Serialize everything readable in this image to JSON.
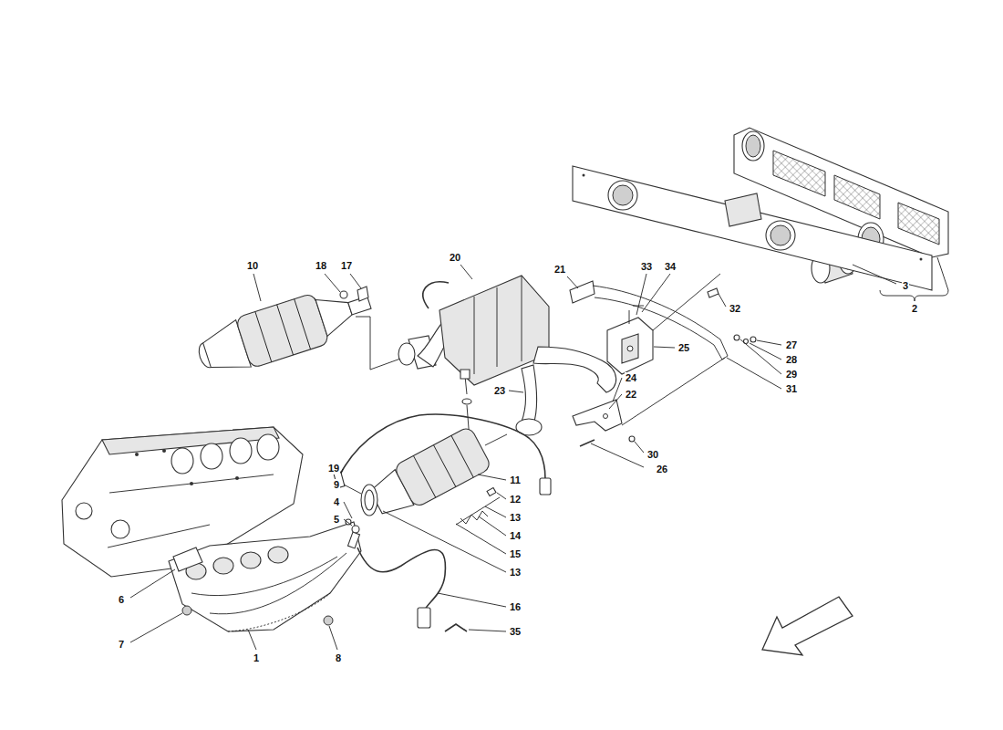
{
  "diagram": {
    "labels": [
      "10",
      "18",
      "17",
      "20",
      "21",
      "33",
      "34",
      "32",
      "3",
      "2",
      "27",
      "28",
      "29",
      "31",
      "25",
      "24",
      "22",
      "23",
      "30",
      "26",
      "19",
      "9",
      "11",
      "12",
      "4",
      "13",
      "5",
      "14",
      "15",
      "13",
      "6",
      "16",
      "7",
      "35",
      "1",
      "8"
    ]
  }
}
